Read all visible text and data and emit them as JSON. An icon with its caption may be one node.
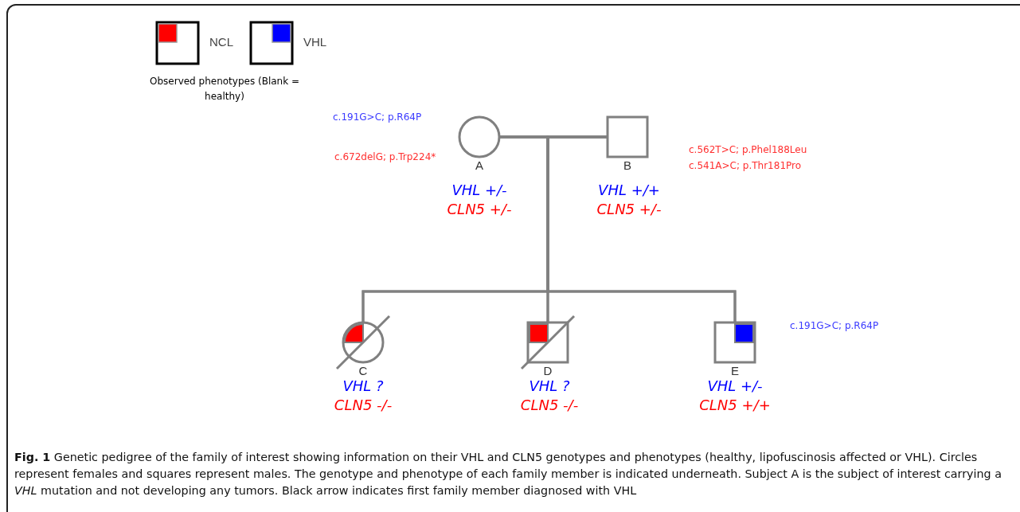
{
  "diagram": {
    "caption": "**Fig. 1** Genetic pedigree of the family of interest showing information on their VHL and CLN5 genotypes and phenotypes (healthy, lipofuscinosis affected or VHL). Circles represent females and squares represent males. The genotype and phenotype of each family member is indicated underneath. Subject A is the subject of interest carrying a *VHL* mutation and not developing any tumors. Black arrow indicates first family member diagnosed with VHL",
    "nodes": [
      {
        "text": [
          "A"
        ],
        "beside": [
          "c.191G>C; p.R64P",
          "c.672delG; p.Trp224*",
          "VHL +/-",
          "CLN5 +/-"
        ]
      },
      {
        "text": [
          "B"
        ],
        "beside": [
          "c.562T>C; p.Phel188Leu",
          "c.541A>C; p.Thr181Pro",
          "VHL +/+",
          "CLN5 +/-"
        ]
      },
      {
        "text": [
          "C"
        ],
        "beside": [
          "VHL ?",
          "CLN5 -/-"
        ]
      },
      {
        "text": [
          "D"
        ],
        "beside": [
          "VHL ?",
          "CLN5 -/-"
        ]
      },
      {
        "text": [
          "E"
        ],
        "beside": [
          "c.191G>C; p.R64P",
          "VHL +/-",
          "CLN5 +/+"
        ]
      }
    ],
    "edges": [
      {
        "from": 0,
        "to": 1,
        "arrow": "none"
      },
      {
        "from": 0,
        "to": 2,
        "arrow": "none"
      },
      {
        "from": 0,
        "to": 3,
        "arrow": "none"
      },
      {
        "from": 0,
        "to": 4,
        "arrow": "none"
      },
      {
        "from": 1,
        "to": 2,
        "arrow": "none"
      },
      {
        "from": 1,
        "to": 3,
        "arrow": "none"
      },
      {
        "from": 1,
        "to": 4,
        "arrow": "none"
      }
    ],
    "labels": [
      "Observed phenotypes (Blank = healthy)"
    ],
    "legend": [
      {
        "text": "NCL",
        "color": "#ff0000"
      },
      {
        "text": "VHL",
        "color": "#0000ff"
      }
    ]
  }
}
